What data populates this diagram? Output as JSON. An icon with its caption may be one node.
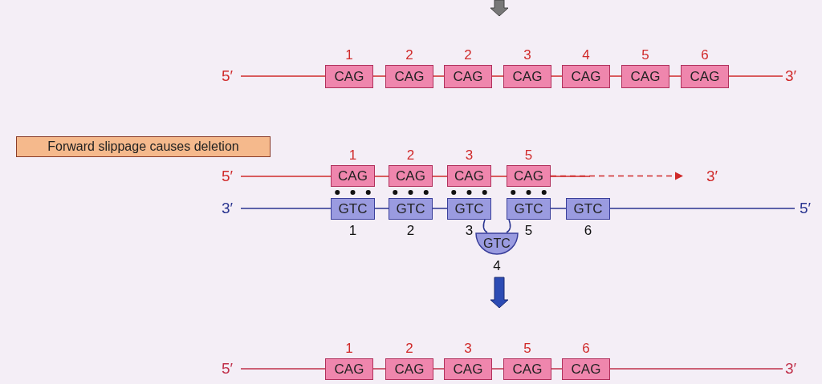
{
  "diagram": {
    "nodes": [
      {
        "text": [
          "Forward slippage causes deletion"
        ]
      },
      {
        "text": [
          "CAG"
        ],
        "beside": [
          "1"
        ]
      },
      {
        "text": [
          "CAG"
        ],
        "beside": [
          "2"
        ]
      },
      {
        "text": [
          "CAG"
        ],
        "beside": [
          "2"
        ]
      },
      {
        "text": [
          "CAG"
        ],
        "beside": [
          "3"
        ]
      },
      {
        "text": [
          "CAG"
        ],
        "beside": [
          "4"
        ]
      },
      {
        "text": [
          "CAG"
        ],
        "beside": [
          "5"
        ]
      },
      {
        "text": [
          "CAG"
        ],
        "beside": [
          "6"
        ]
      },
      {
        "text": [
          "CAG"
        ],
        "beside": [
          "1"
        ]
      },
      {
        "text": [
          "CAG"
        ],
        "beside": [
          "2"
        ]
      },
      {
        "text": [
          "CAG"
        ],
        "beside": [
          "3"
        ]
      },
      {
        "text": [
          "CAG"
        ],
        "beside": [
          "5"
        ]
      },
      {
        "text": [
          "GTC"
        ],
        "beside": [
          "1"
        ]
      },
      {
        "text": [
          "GTC"
        ],
        "beside": [
          "2"
        ]
      },
      {
        "text": [
          "GTC"
        ],
        "beside": [
          "3"
        ]
      },
      {
        "text": [
          "GTC"
        ],
        "beside": [
          "5"
        ]
      },
      {
        "text": [
          "GTC"
        ],
        "beside": [
          "6"
        ]
      },
      {
        "text": [
          "GTC"
        ],
        "beside": [
          "4"
        ]
      },
      {
        "text": [
          "CAG"
        ],
        "beside": [
          "1"
        ]
      },
      {
        "text": [
          "CAG"
        ],
        "beside": [
          "2"
        ]
      },
      {
        "text": [
          "CAG"
        ],
        "beside": [
          "3"
        ]
      },
      {
        "text": [
          "CAG"
        ],
        "beside": [
          "5"
        ]
      },
      {
        "text": [
          "CAG"
        ],
        "beside": [
          "6"
        ]
      }
    ],
    "edges": [
      {
        "from": 11,
        "to": null,
        "arrow": "to",
        "style": "dashed",
        "color": "#d02a2a"
      },
      {
        "from": 14,
        "to": 17,
        "arrow": "none"
      },
      {
        "from": 17,
        "to": 15,
        "arrow": "none"
      }
    ],
    "labels": [
      "5′",
      "3′",
      "5′",
      "3′",
      "3′",
      "5′",
      "5′",
      "3′"
    ]
  }
}
